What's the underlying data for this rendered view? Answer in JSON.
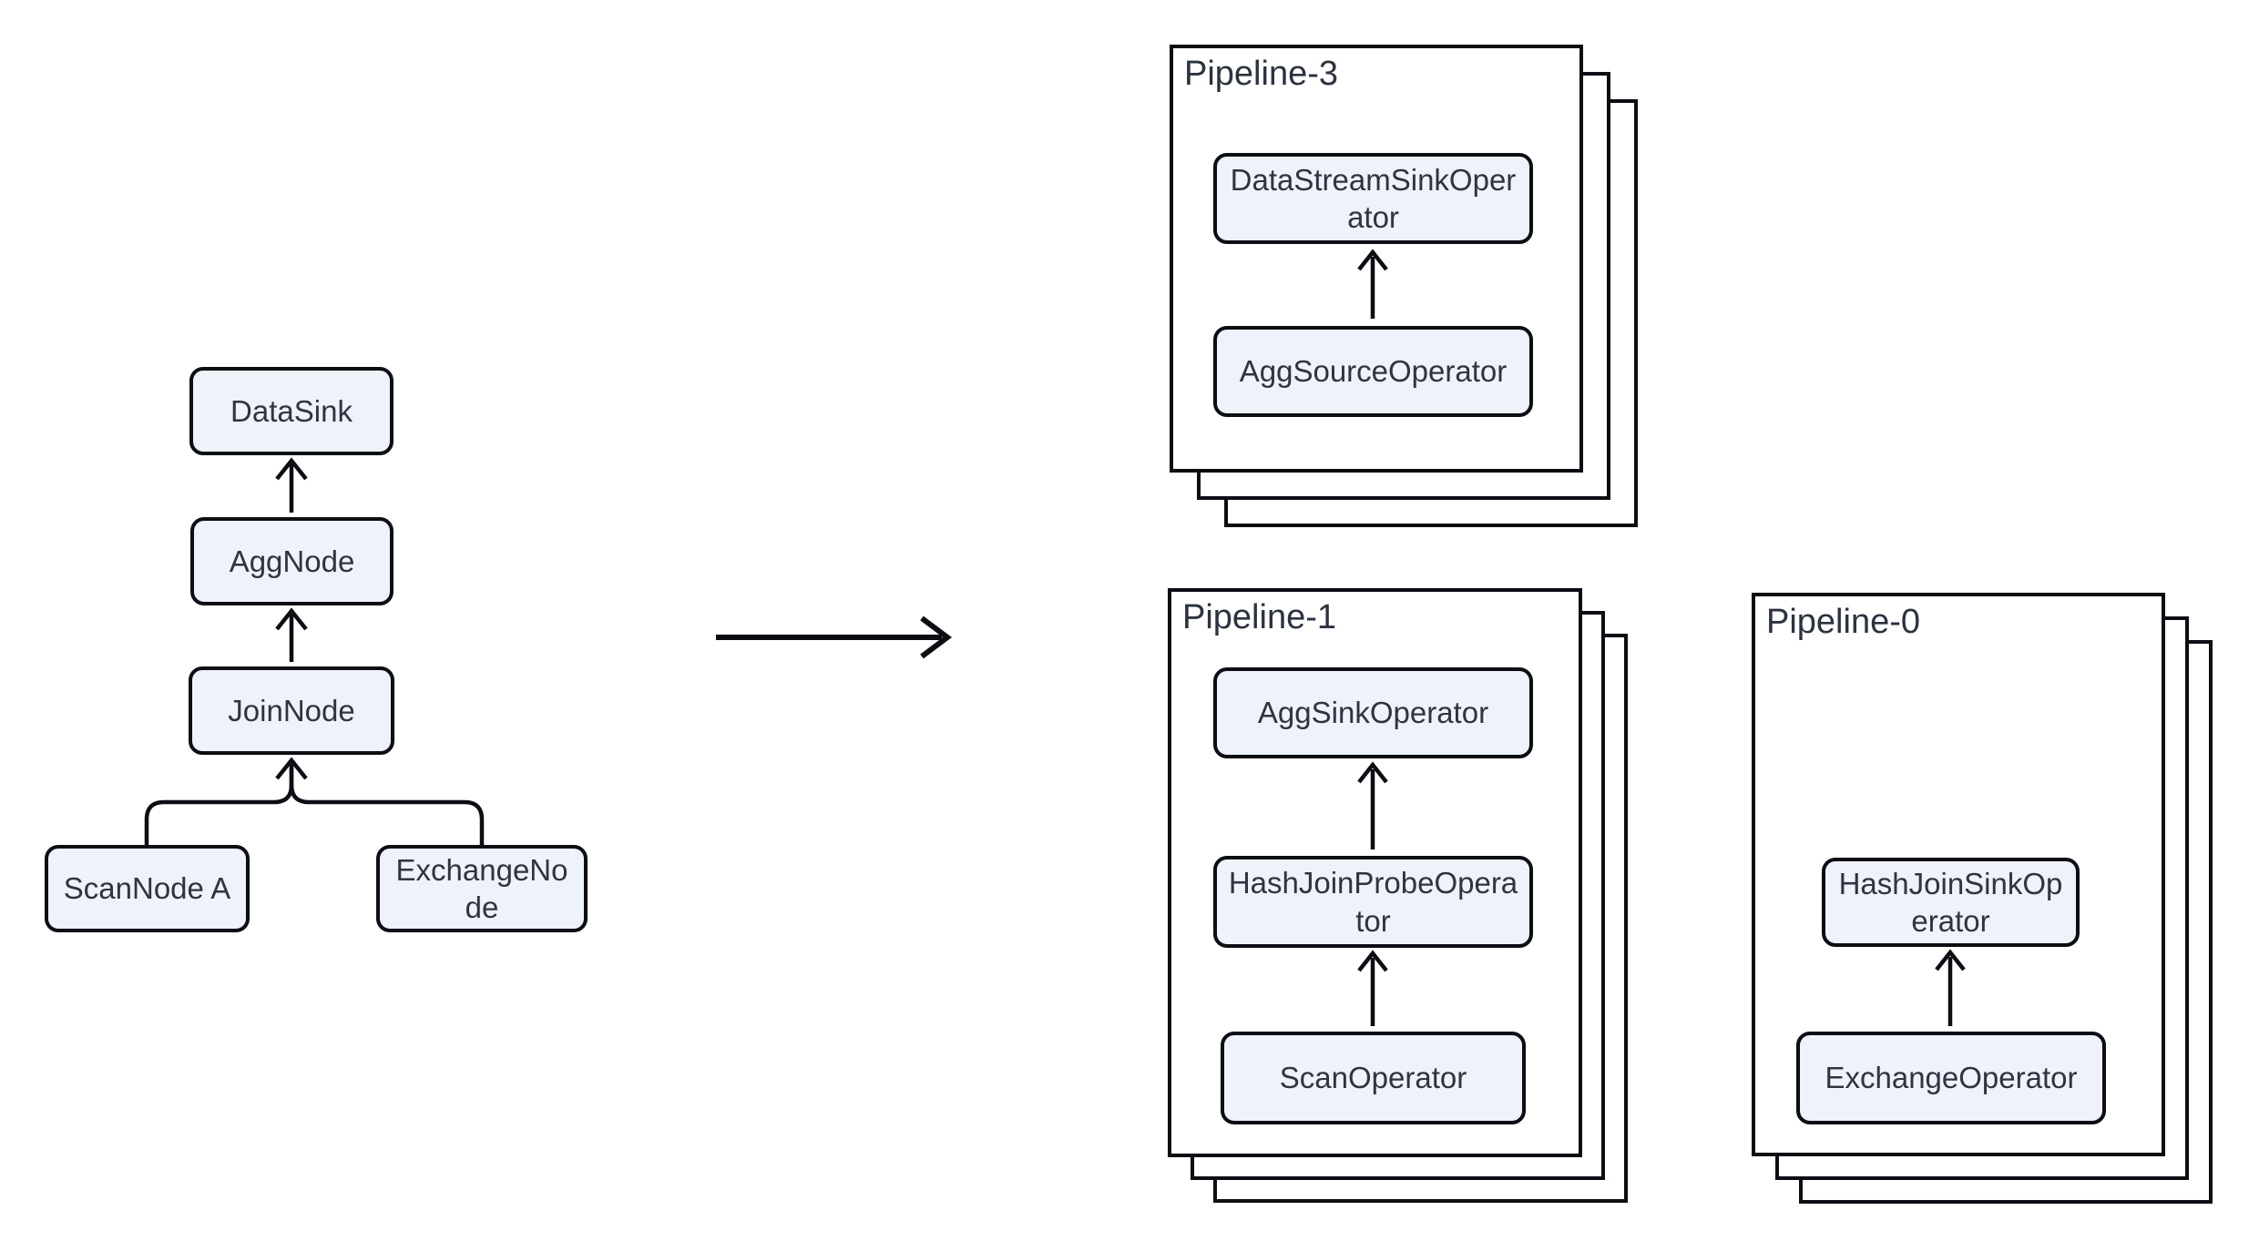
{
  "diagram": {
    "plan_tree": {
      "nodes": [
        {
          "id": "datasink",
          "label": "DataSink"
        },
        {
          "id": "aggnode",
          "label": "AggNode"
        },
        {
          "id": "joinnode",
          "label": "JoinNode"
        },
        {
          "id": "scannode-a",
          "label": "ScanNode A"
        },
        {
          "id": "exchangenode",
          "label": "ExchangeNode"
        }
      ]
    },
    "pipelines": [
      {
        "label": "Pipeline-3",
        "operators": [
          "DataStreamSinkOperator",
          "AggSourceOperator"
        ]
      },
      {
        "label": "Pipeline-1",
        "operators": [
          "AggSinkOperator",
          "HashJoinProbeOperator",
          "ScanOperator"
        ]
      },
      {
        "label": "Pipeline-0",
        "operators": [
          "HashJoinSinkOperator",
          "ExchangeOperator"
        ]
      }
    ],
    "colors": {
      "node_fill": "#eef2fb",
      "stroke": "#0c0e14",
      "card_fill": "#ffffff",
      "text": "#2e3440"
    }
  }
}
